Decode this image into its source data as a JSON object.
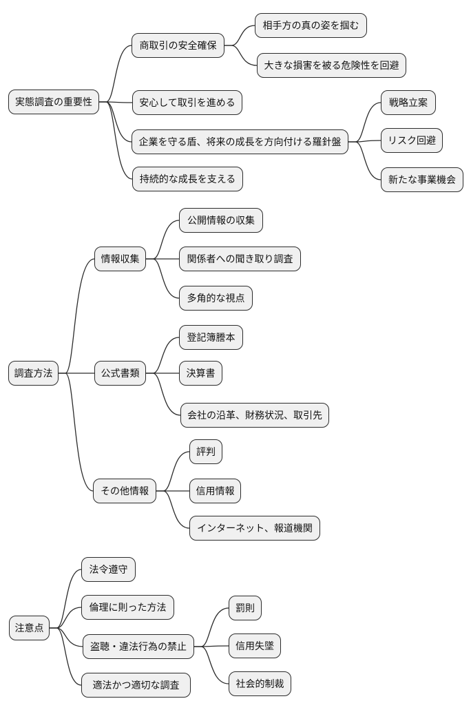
{
  "diagram": {
    "type": "mindmap",
    "style": {
      "background": "#ffffff",
      "node_fill": "#f0f0f0",
      "node_border": "#2b2b2b",
      "edge_color": "#2b2b2b",
      "text_color": "#111111"
    },
    "trees": [
      {
        "root": {
          "label": "実態調査の重要性",
          "children": [
            {
              "label": "商取引の安全確保",
              "children": [
                {
                  "label": "相手方の真の姿を掴む"
                },
                {
                  "label": "大きな損害を被る危険性を回避"
                }
              ]
            },
            {
              "label": "安心して取引を進める"
            },
            {
              "label": "企業を守る盾、将来の成長を方向付ける羅針盤",
              "children": [
                {
                  "label": "戦略立案"
                },
                {
                  "label": "リスク回避"
                },
                {
                  "label": "新たな事業機会"
                }
              ]
            },
            {
              "label": "持続的な成長を支える"
            }
          ]
        }
      },
      {
        "root": {
          "label": "調査方法",
          "children": [
            {
              "label": "情報収集",
              "children": [
                {
                  "label": "公開情報の収集"
                },
                {
                  "label": "関係者への聞き取り調査"
                },
                {
                  "label": "多角的な視点"
                }
              ]
            },
            {
              "label": "公式書類",
              "children": [
                {
                  "label": "登記簿謄本"
                },
                {
                  "label": "決算書"
                },
                {
                  "label": "会社の沿革、財務状況、取引先"
                }
              ]
            },
            {
              "label": "その他情報",
              "children": [
                {
                  "label": "評判"
                },
                {
                  "label": "信用情報"
                },
                {
                  "label": "インターネット、報道機関"
                }
              ]
            }
          ]
        }
      },
      {
        "root": {
          "label": "注意点",
          "children": [
            {
              "label": "法令遵守"
            },
            {
              "label": "倫理に則った方法"
            },
            {
              "label": "盗聴・違法行為の禁止",
              "children": [
                {
                  "label": "罰則"
                },
                {
                  "label": "信用失墜"
                },
                {
                  "label": "社会的制裁"
                }
              ]
            },
            {
              "label": "適法かつ適切な調査"
            }
          ]
        }
      }
    ]
  }
}
